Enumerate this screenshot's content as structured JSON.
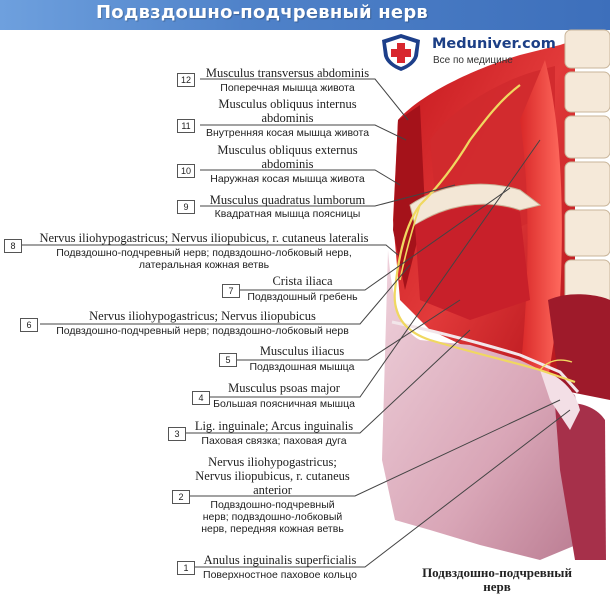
{
  "header": {
    "title": "Подвздошно-подчревный нерв",
    "bg_color": "#4f82c9"
  },
  "logo": {
    "name": "Meduniver.com",
    "subtitle": "Все по медицине",
    "icon": "shield-cross-icon"
  },
  "caption": {
    "line1": "Подвздошно-подчревный",
    "line2": "нерв"
  },
  "labels": [
    {
      "num": "12",
      "latin": "Musculus transversus abdominis",
      "russian": "Поперечная мышца живота"
    },
    {
      "num": "11",
      "latin1": "Musculus obliquus internus",
      "latin2": "abdominis",
      "russian": "Внутренняя косая мышца живота"
    },
    {
      "num": "10",
      "latin1": "Musculus obliquus externus",
      "latin2": "abdominis",
      "russian": "Наружная косая мышца живота"
    },
    {
      "num": "9",
      "latin": "Musculus quadratus lumborum",
      "russian": "Квадратная мышца поясницы"
    },
    {
      "num": "8",
      "latin": "Nervus iliohypogastricus; Nervus iliopubicus, r. cutaneus lateralis",
      "russian1": "Подвздошно-подчревный нерв; подвздошно-лобковый нерв,",
      "russian2": "латеральная кожная ветвь"
    },
    {
      "num": "7",
      "latin": "Crista iliaca",
      "russian": "Подвздошный гребень"
    },
    {
      "num": "6",
      "latin": "Nervus iliohypogastricus; Nervus iliopubicus",
      "russian": "Подвздошно-подчревный нерв; подвздошно-лобковый нерв"
    },
    {
      "num": "5",
      "latin": "Musculus iliacus",
      "russian": "Подвздошная мышца"
    },
    {
      "num": "4",
      "latin": "Musculus psoas major",
      "russian": "Большая поясничная мышца"
    },
    {
      "num": "3",
      "latin": "Lig. inguinale; Arcus inguinalis",
      "russian": "Паховая связка; паховая дуга"
    },
    {
      "num": "2",
      "latin1": "Nervus iliohypogastricus;",
      "latin2": "Nervus iliopubicus, r. cutaneus",
      "latin3": "anterior",
      "russian1": "Подвздошно-подчревный",
      "russian2": "нерв; подвздошно-лобковый",
      "russian3": "нерв, передняя кожная ветвь"
    },
    {
      "num": "1",
      "latin": "Anulus inguinalis superficialis",
      "russian": "Поверхностное паховое кольцо"
    }
  ]
}
